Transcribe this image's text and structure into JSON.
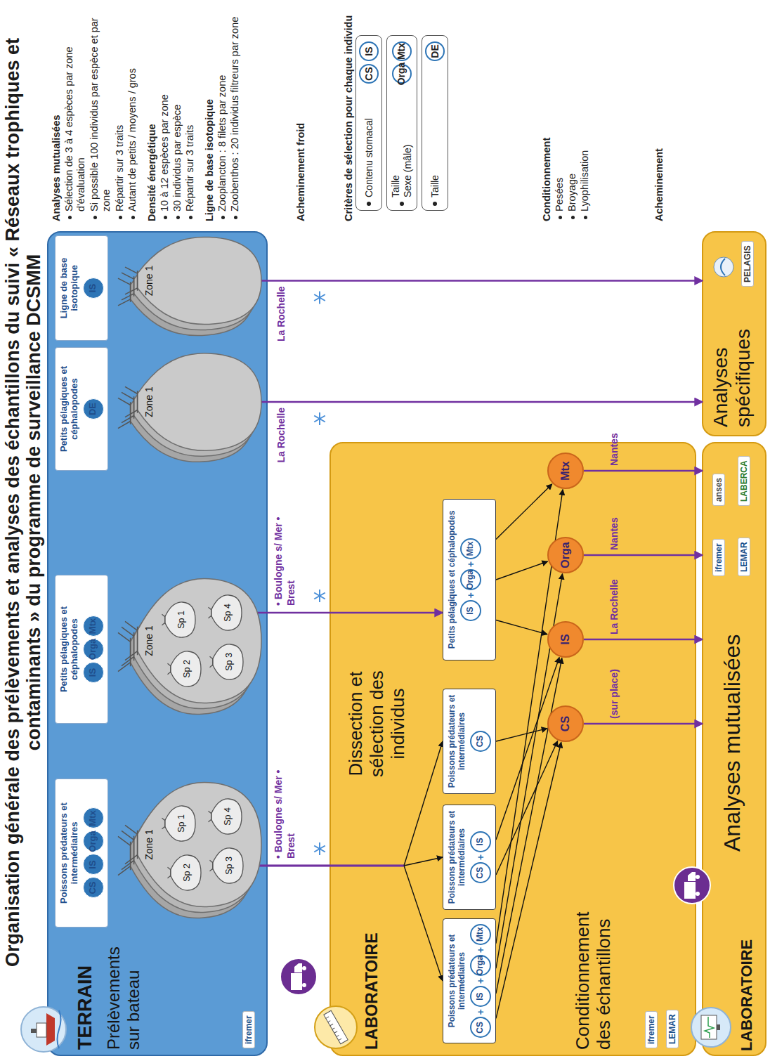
{
  "diagram": {
    "title": "Organisation générale des prélèvements et analyses des échantillons du suivi « Réseaux trophiques et contaminants » du programme de surveillance DCSMM",
    "nodes": [
      {
        "text": [
          "TERRAIN",
          "Prélèvements sur bateau"
        ]
      },
      {
        "text": [
          "Poissons prédateurs et intermédiaires"
        ],
        "in": 0
      },
      {
        "text": [
          "CS"
        ],
        "in": 1
      },
      {
        "text": [
          "IS"
        ],
        "in": 1
      },
      {
        "text": [
          "Orga"
        ],
        "in": 1
      },
      {
        "text": [
          "Mtx"
        ],
        "in": 1
      },
      {
        "text": [
          "Zone 1"
        ],
        "in": 0
      },
      {
        "text": [
          "Sp 2"
        ],
        "in": 6
      },
      {
        "text": [
          "Sp 1"
        ],
        "in": 6
      },
      {
        "text": [
          "Sp 3"
        ],
        "in": 6
      },
      {
        "text": [
          "Sp 4"
        ],
        "in": 6
      },
      {
        "text": [
          "Petits pélagiques et céphalopodes"
        ],
        "in": 0
      },
      {
        "text": [
          "IS"
        ],
        "in": 11
      },
      {
        "text": [
          "Orga"
        ],
        "in": 11
      },
      {
        "text": [
          "Mtx"
        ],
        "in": 11
      },
      {
        "text": [
          "Zone 1"
        ],
        "in": 0
      },
      {
        "text": [
          "Sp 2"
        ],
        "in": 15
      },
      {
        "text": [
          "Sp 1"
        ],
        "in": 15
      },
      {
        "text": [
          "Sp 3"
        ],
        "in": 15
      },
      {
        "text": [
          "Sp 4"
        ],
        "in": 15
      },
      {
        "text": [
          "Petits pélagiques et céphalopodes"
        ],
        "in": 0
      },
      {
        "text": [
          "DE"
        ],
        "in": 20
      },
      {
        "text": [
          "Zone 1"
        ],
        "in": 0
      },
      {
        "text": [
          "Ligne de base isotopique"
        ],
        "in": 0
      },
      {
        "text": [
          "IS"
        ],
        "in": 23
      },
      {
        "text": [
          "Zone 1"
        ],
        "in": 0
      },
      {
        "text": [
          "LABORATOIRE",
          "Dissection et sélection des individus",
          "Conditionnement des échantillons"
        ]
      },
      {
        "text": [
          "Poissons prédateurs et intermédiaires"
        ],
        "in": 26
      },
      {
        "text": [
          "CS"
        ],
        "in": 27
      },
      {
        "text": [
          "IS"
        ],
        "in": 27
      },
      {
        "text": [
          "Orga"
        ],
        "in": 27
      },
      {
        "text": [
          "Mtx"
        ],
        "in": 27
      },
      {
        "text": [
          "Poissons prédateurs et intermédiaires"
        ],
        "in": 26
      },
      {
        "text": [
          "CS"
        ],
        "in": 32
      },
      {
        "text": [
          "IS"
        ],
        "in": 32
      },
      {
        "text": [
          "Poissons prédateurs et intermédiaires"
        ],
        "in": 26
      },
      {
        "text": [
          "CS"
        ],
        "in": 35
      },
      {
        "text": [
          "Petits pélagiques et céphalopodes"
        ],
        "in": 26
      },
      {
        "text": [
          "IS"
        ],
        "in": 37
      },
      {
        "text": [
          "Orga"
        ],
        "in": 37
      },
      {
        "text": [
          "Mtx"
        ],
        "in": 37
      },
      {
        "text": [
          "CS"
        ],
        "in": 26
      },
      {
        "text": [
          "IS"
        ],
        "in": 26
      },
      {
        "text": [
          "Orga"
        ],
        "in": 26
      },
      {
        "text": [
          "Mtx"
        ],
        "in": 26
      },
      {
        "text": [
          "LABORATOIRE",
          "Analyses mutualisées"
        ]
      },
      {
        "text": [
          "Analyses spécifiques"
        ]
      },
      {
        "text": [
          "Contenu stomacal"
        ]
      },
      {
        "text": [
          "CS"
        ],
        "in": 47
      },
      {
        "text": [
          "IS"
        ],
        "in": 47
      },
      {
        "text": [
          "Taille",
          "Sexe (mâle)"
        ]
      },
      {
        "text": [
          "Orga"
        ],
        "in": 50
      },
      {
        "text": [
          "Mtx"
        ],
        "in": 50
      },
      {
        "text": [
          "Taille"
        ]
      },
      {
        "text": [
          "DE"
        ],
        "in": 53
      }
    ],
    "edges": [
      {
        "from": 9,
        "to": 27,
        "arrow": "to",
        "label": "• Boulogne s/ Mer • Brest"
      },
      {
        "from": 9,
        "to": 32,
        "arrow": "to"
      },
      {
        "from": 9,
        "to": 35,
        "arrow": "to"
      },
      {
        "from": 19,
        "to": 37,
        "arrow": "to",
        "label": "• Boulogne s/ Mer • Brest"
      },
      {
        "from": 27,
        "to": 41,
        "arrow": "to"
      },
      {
        "from": 27,
        "to": 42,
        "arrow": "to"
      },
      {
        "from": 27,
        "to": 43,
        "arrow": "to"
      },
      {
        "from": 27,
        "to": 44,
        "arrow": "to"
      },
      {
        "from": 32,
        "to": 41,
        "arrow": "to"
      },
      {
        "from": 32,
        "to": 42,
        "arrow": "to"
      },
      {
        "from": 35,
        "to": 41,
        "arrow": "to"
      },
      {
        "from": 37,
        "to": 42,
        "arrow": "to"
      },
      {
        "from": 37,
        "to": 43,
        "arrow": "to"
      },
      {
        "from": 37,
        "to": 44,
        "arrow": "to"
      },
      {
        "from": 41,
        "to": 45,
        "arrow": "to",
        "label": "(sur place)"
      },
      {
        "from": 42,
        "to": 45,
        "arrow": "to",
        "label": "La Rochelle"
      },
      {
        "from": 43,
        "to": 45,
        "arrow": "to",
        "label": "Nantes"
      },
      {
        "from": 44,
        "to": 45,
        "arrow": "to",
        "label": "Nantes"
      },
      {
        "from": 22,
        "to": 46,
        "arrow": "to",
        "label": "La Rochelle"
      },
      {
        "from": 25,
        "to": 46,
        "arrow": "to",
        "label": "La Rochelle"
      }
    ],
    "labels": [
      "+",
      "+",
      "+",
      "+",
      "+",
      "+",
      "ifremer",
      "ifremer",
      "LEMAR",
      "ifremer",
      "LEMAR",
      "anses",
      "LABERCA",
      "PELAGIS",
      "Analyses mutualisées",
      "Sélection de 3 à 4 espèces par zone d'évaluation",
      "Si possible 100 individus par espèce et par zone",
      "Répartir sur 3 traits",
      "Autant de petits / moyens / gros",
      "Densité énergétique",
      "10 à 12 espèces par zone",
      "30 individus par espèce",
      "Répartir sur 3 traits",
      "Ligne de base isotopique",
      "Zooplancton : 8 filets par zone",
      "Zoobenthos : 20 individus filtreurs par zone",
      "Acheminement froid",
      "Critères de sélection pour chaque individu",
      "Conditionnement",
      "Pesées",
      "Broyage",
      "Lyophilisation",
      "Acheminement"
    ]
  }
}
